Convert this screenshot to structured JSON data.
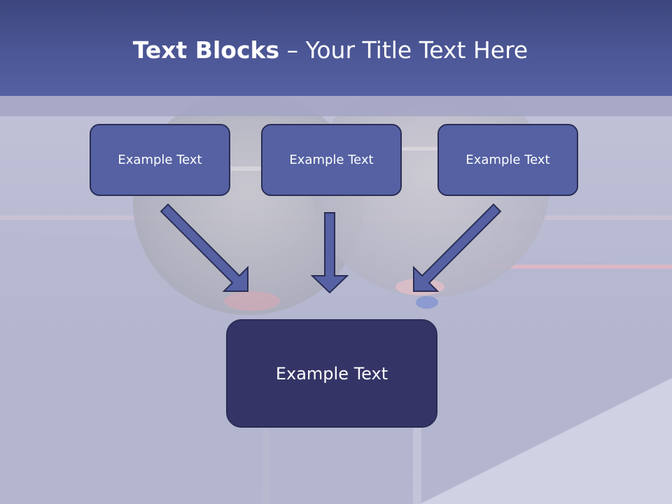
{
  "title": {
    "bold": "Text Blocks",
    "separator": " – ",
    "rest": "Your Title Text Here"
  },
  "boxes": {
    "top": [
      "Example Text",
      "Example Text",
      "Example Text"
    ],
    "main": "Example Text"
  },
  "colors": {
    "header": "#4d5898",
    "box_fill": "#5561a3",
    "box_border": "#2a2d55",
    "main_box_fill": "#343466",
    "arrow_fill": "#5561a3",
    "arrow_stroke": "#2a2d55",
    "background": "#bcbdd5"
  }
}
